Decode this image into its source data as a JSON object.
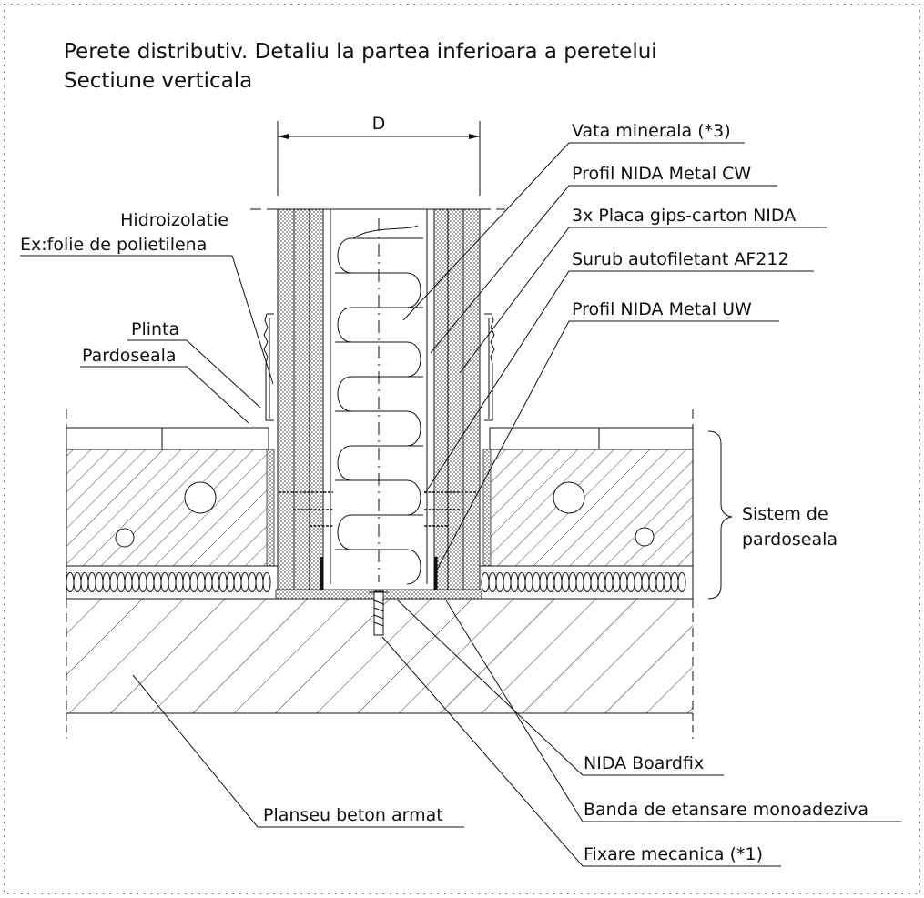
{
  "title": {
    "line1": "Perete distributiv. Detaliu la partea inferioara a peretelui",
    "line2": "Sectiune verticala"
  },
  "dimension": {
    "label": "D"
  },
  "labels": {
    "hidroizolatie": "Hidroizolatie",
    "folie": "Ex:folie de polietilena",
    "plinta": "Plinta",
    "pardoseala": "Pardoseala",
    "vata": "Vata minerala (*3)",
    "profil_cw": "Profil NIDA Metal CW",
    "placa": "3x Placa gips-carton NIDA",
    "surub": "Surub autofiletant AF212",
    "profil_uw": "Profil NIDA Metal UW",
    "sistem_line1": "Sistem de",
    "sistem_line2": "pardoseala",
    "boardfix": "NIDA Boardfix",
    "banda": "Banda de etansare monoadeziva",
    "fixare": "Fixare mecanica (*1)",
    "planseu": "Planseu beton armat"
  }
}
